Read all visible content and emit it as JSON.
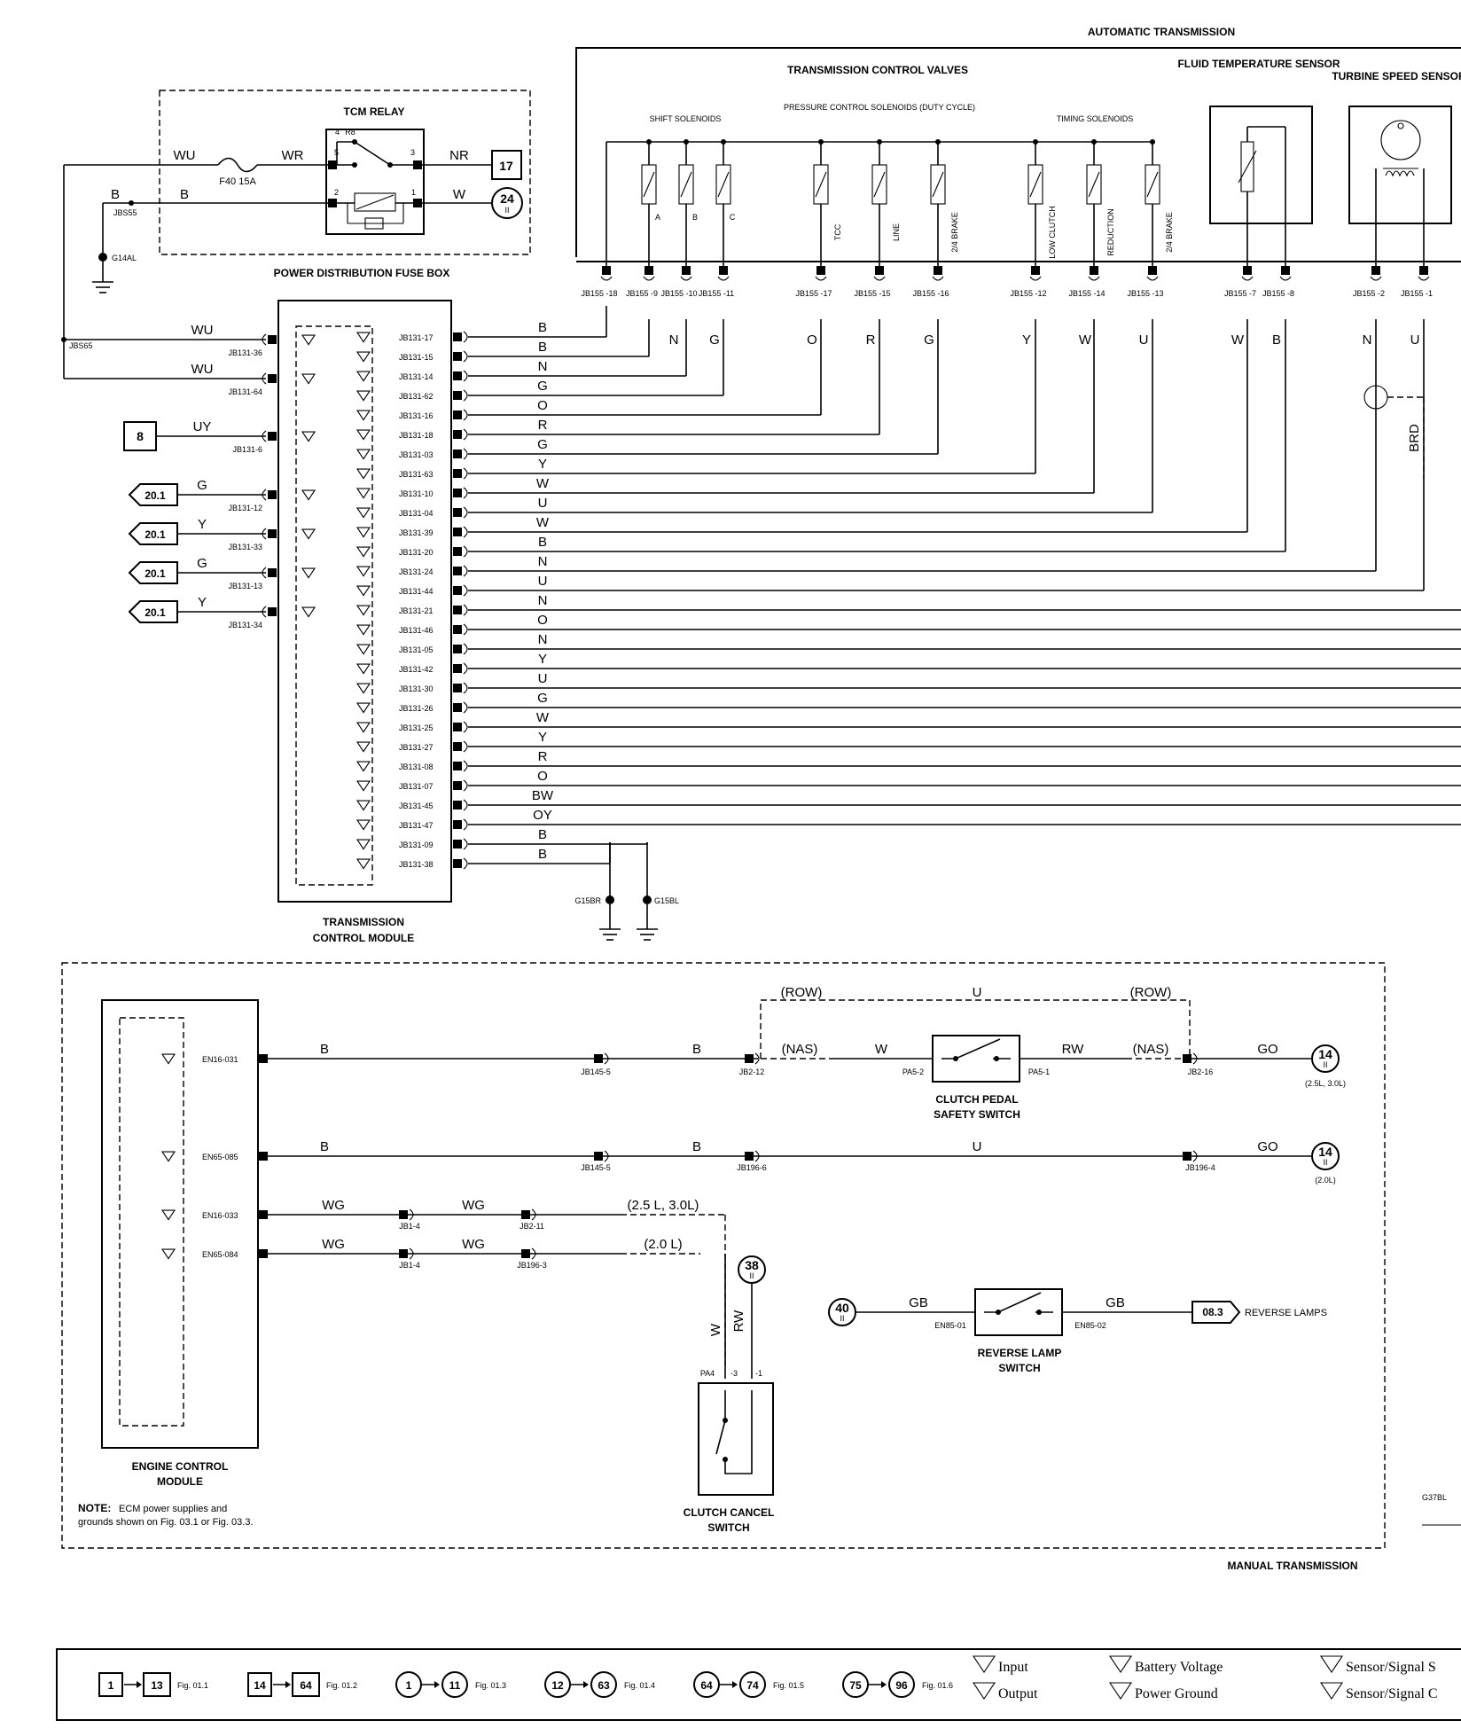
{
  "section_titles": {
    "automatic_transmission": "AUTOMATIC TRANSMISSION",
    "manual_transmission": "MANUAL TRANSMISSION",
    "transmission_control_valves": "TRANSMISSION CONTROL VALVES",
    "fluid_temperature_sensor": "FLUID TEMPERATURE SENSOR",
    "turbine_speed_sensor": "TURBINE SPEED SENSOR",
    "tcm_relay": "TCM RELAY",
    "power_distribution_fuse_box": "POWER DISTRIBUTION FUSE BOX",
    "transmission_control_module": "TRANSMISSION CONTROL MODULE",
    "engine_control_module": "ENGINE CONTROL MODULE",
    "clutch_pedal_safety_switch": "CLUTCH PEDAL SAFETY SWITCH",
    "reverse_lamp_switch": "REVERSE LAMP SWITCH",
    "clutch_cancel_switch": "CLUTCH CANCEL SWITCH",
    "figure_code": "G37BL"
  },
  "solenoid_groups": {
    "shift": "SHIFT SOLENOIDS",
    "pressure": "PRESSURE CONTROL SOLENOIDS (DUTY CYCLE)",
    "timing": "TIMING SOLENOIDS"
  },
  "solenoids": [
    {
      "label": "A",
      "pin": "JB155 -9"
    },
    {
      "label": "B",
      "pin": "JB155 -10"
    },
    {
      "label": "C",
      "pin": "JB155 -11"
    },
    {
      "label": "TCC",
      "pin": "JB155 -17"
    },
    {
      "label": "LINE",
      "pin": "JB155 -15"
    },
    {
      "label": "2/4 BRAKE",
      "pin": "JB155 -16"
    },
    {
      "label": "LOW CLUTCH",
      "pin": "JB155 -12"
    },
    {
      "label": "REDUCTION",
      "pin": "JB155 -14"
    },
    {
      "label": "2/4 BRAKE",
      "pin": "JB155 -13"
    }
  ],
  "valve_common_pin": "JB155 -18",
  "sensor_pins": [
    "JB155 -7",
    "JB155 -8",
    "JB155 -2",
    "JB155 -1"
  ],
  "upper_wire_labels": [
    "N",
    "G",
    "O",
    "R",
    "G",
    "Y",
    "W",
    "U",
    "W",
    "B",
    "N",
    "U"
  ],
  "relay": {
    "name": "R8",
    "fuse": "F40 15A",
    "pins": [
      "4",
      "5",
      "3",
      "2",
      "1"
    ],
    "wires": {
      "in_left": "WU",
      "mid": "WR",
      "out": "NR",
      "b_left": "B",
      "b_in": "B",
      "w_out": "W"
    },
    "splice": "JBS55",
    "ground": "G14AL",
    "ref_17": "17",
    "ref_24": "24",
    "ref_24_sub": "II"
  },
  "tcm_left": [
    {
      "wire": "WU",
      "pin": "JB131-36"
    },
    {
      "wire": "WU",
      "pin": "JB131-64"
    },
    {
      "wire": "UY",
      "pin": "JB131-6",
      "ref": "8"
    },
    {
      "wire": "G",
      "pin": "JB131-12",
      "ref": "20.1"
    },
    {
      "wire": "Y",
      "pin": "JB131-33",
      "ref": "20.1"
    },
    {
      "wire": "G",
      "pin": "JB131-13",
      "ref": "20.1"
    },
    {
      "wire": "Y",
      "pin": "JB131-34",
      "ref": "20.1"
    }
  ],
  "tcm_left_splice": "JBS65",
  "tcm_right": [
    {
      "pin": "JB131-17",
      "wire": "B"
    },
    {
      "pin": "JB131-15",
      "wire": "B"
    },
    {
      "pin": "JB131-14",
      "wire": "N"
    },
    {
      "pin": "JB131-62",
      "wire": "G"
    },
    {
      "pin": "JB131-16",
      "wire": "O"
    },
    {
      "pin": "JB131-18",
      "wire": "R"
    },
    {
      "pin": "JB131-03",
      "wire": "G"
    },
    {
      "pin": "JB131-63",
      "wire": "Y"
    },
    {
      "pin": "JB131-10",
      "wire": "W"
    },
    {
      "pin": "JB131-04",
      "wire": "U"
    },
    {
      "pin": "JB131-39",
      "wire": "W"
    },
    {
      "pin": "JB131-20",
      "wire": "B"
    },
    {
      "pin": "JB131-24",
      "wire": "N"
    },
    {
      "pin": "JB131-44",
      "wire": "U"
    },
    {
      "pin": "JB131-21",
      "wire": "N"
    },
    {
      "pin": "JB131-46",
      "wire": "O"
    },
    {
      "pin": "JB131-05",
      "wire": "N"
    },
    {
      "pin": "JB131-42",
      "wire": "Y"
    },
    {
      "pin": "JB131-30",
      "wire": "U"
    },
    {
      "pin": "JB131-26",
      "wire": "G"
    },
    {
      "pin": "JB131-25",
      "wire": "W"
    },
    {
      "pin": "JB131-27",
      "wire": "Y"
    },
    {
      "pin": "JB131-08",
      "wire": "R"
    },
    {
      "pin": "JB131-07",
      "wire": "O"
    },
    {
      "pin": "JB131-45",
      "wire": "BW"
    },
    {
      "pin": "JB131-47",
      "wire": "OY"
    },
    {
      "pin": "JB131-09",
      "wire": "B"
    },
    {
      "pin": "JB131-38",
      "wire": "B"
    }
  ],
  "tcm_grounds": [
    "G15BR",
    "G15BL"
  ],
  "shield_wire": "BRD",
  "ecm": {
    "pins": [
      "EN16-031",
      "EN65-085",
      "EN16-033",
      "EN65-084"
    ]
  },
  "manual_row1": {
    "wire1": "B",
    "con1": "JB145-5",
    "wire2": "B",
    "con2": "JB2-12",
    "row_left": "(ROW)",
    "nas_left": "(NAS)",
    "u": "U",
    "row_right": "(ROW)",
    "nas_right": "(NAS)",
    "w": "W",
    "rw": "RW",
    "pa_left": "PA5-2",
    "pa_right": "PA5-1",
    "con3": "JB2-16",
    "go": "GO",
    "ref": "14",
    "ref_sub": "II",
    "variant": "(2.5L, 3.0L)"
  },
  "manual_row2": {
    "wire1": "B",
    "con1": "JB145-5",
    "wire2": "B",
    "con2": "JB196-6",
    "u": "U",
    "con3": "JB196-4",
    "go": "GO",
    "ref": "14",
    "ref_sub": "II",
    "variant": "(2.0L)"
  },
  "manual_row3": {
    "wg1": "WG",
    "con1": "JB1-4",
    "wg2": "WG",
    "con2": "JB2-11",
    "variant": "(2.5 L, 3.0L)"
  },
  "manual_row4": {
    "wg1": "WG",
    "con1": "JB1-4",
    "wg2": "WG",
    "con2": "JB196-3",
    "variant": "(2.0 L)"
  },
  "clutch_cancel": {
    "w": "W",
    "rw": "RW",
    "pa": "PA4",
    "p3": "-3",
    "p1": "-1",
    "ref": "38",
    "ref_sub": "II"
  },
  "reverse": {
    "ref": "40",
    "ref_sub": "II",
    "gb1": "GB",
    "pin1": "EN85-01",
    "gb2": "GB",
    "pin2": "EN85-02",
    "out_ref": "08.3",
    "out_label": "REVERSE LAMPS"
  },
  "note": {
    "label": "NOTE:",
    "line1": "ECM power supplies and",
    "line2": "grounds shown on Fig. 03.1 or Fig. 03.3."
  },
  "legend": {
    "items": [
      {
        "from": "1",
        "to": "13",
        "fig": "Fig. 01.1"
      },
      {
        "from": "14",
        "to": "64",
        "fig": "Fig. 01.2"
      },
      {
        "from": "1",
        "to": "11",
        "fig": "Fig. 01.3"
      },
      {
        "from": "12",
        "to": "63",
        "fig": "Fig. 01.4"
      },
      {
        "from": "64",
        "to": "74",
        "fig": "Fig. 01.5"
      },
      {
        "from": "75",
        "to": "96",
        "fig": "Fig. 01.6"
      }
    ],
    "input": "Input",
    "output": "Output",
    "battery": "Battery Voltage",
    "power_ground": "Power Ground",
    "sensor_s": "Sensor/Signal S",
    "sensor_c": "Sensor/Signal C"
  }
}
